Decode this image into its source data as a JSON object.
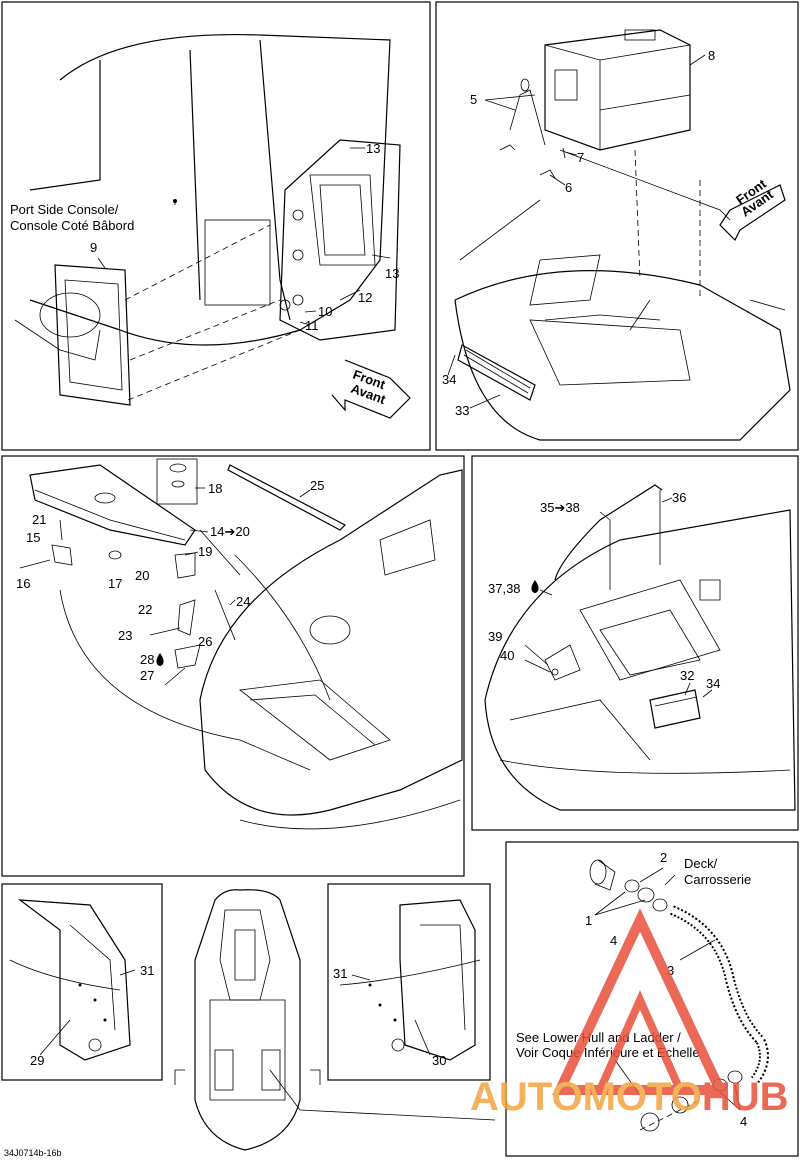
{
  "panels": {
    "port_console": {
      "title_line1": "Port Side Console/",
      "title_line2": "Console Coté Bâbord",
      "labels": [
        "9",
        "10",
        "11",
        "12",
        "13",
        "13"
      ],
      "direction_line1": "Front",
      "direction_line2": "Avant"
    },
    "cooler": {
      "labels": [
        "5",
        "6",
        "7",
        "8",
        "33",
        "34"
      ],
      "direction_line1": "Front",
      "direction_line2": "Avant"
    },
    "bow_storage": {
      "labels": [
        "14➔20",
        "15",
        "16",
        "17",
        "18",
        "19",
        "20",
        "21",
        "22",
        "23",
        "24",
        "25",
        "26",
        "28",
        "27"
      ]
    },
    "bow_rail": {
      "labels": [
        "35➔38",
        "36",
        "37,38",
        "39",
        "40",
        "32",
        "34"
      ]
    },
    "drain": {
      "labels": [
        "1",
        "2",
        "3",
        "4",
        "4"
      ],
      "deck_line1": "Deck/",
      "deck_line2": "Carrosserie",
      "note_line1": "See Lower Hull and Ladder /",
      "note_line2": "Voir Coque Inférieure et Echelle"
    },
    "side_left": {
      "labels": [
        "29",
        "31"
      ]
    },
    "side_right": {
      "labels": [
        "30",
        "31"
      ]
    }
  },
  "watermark": {
    "text": "AUTOMOTOHUB",
    "color": "#e8503a",
    "accent": "#f4a340"
  },
  "ref_code": "34J0714b-16b"
}
